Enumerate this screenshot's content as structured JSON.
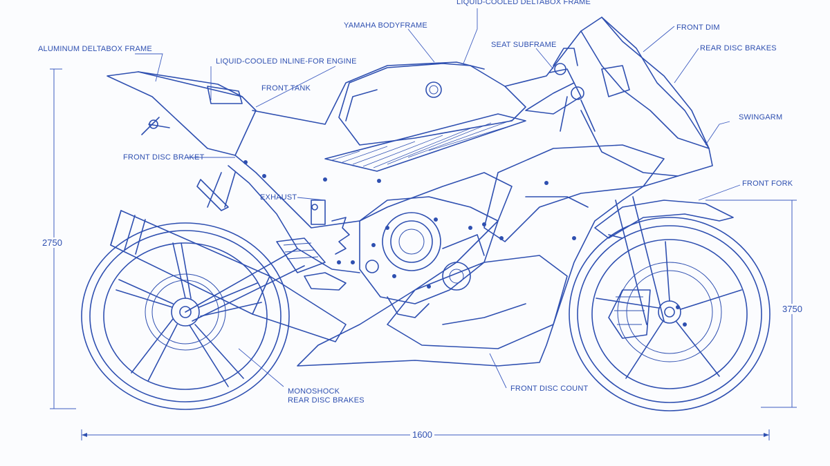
{
  "labels": {
    "top_frame": "LIQUID-COOLED DELTABOX FRAME",
    "tank": "YAMAHA BODYFRAME",
    "aluminum_frame": "ALUMINUM DELTABOX FRAME",
    "engine": "LIQUID-COOLED INLINE-FOR ENGINE",
    "front_tank": "FRONT TANK",
    "seat": "SEAT SUBFRAME",
    "front_disc_bracket": "FRONT DISC BRAKET",
    "front_dim": "FRONT DIM",
    "rear_disc": "REAR DISC BRAKES",
    "swingarm": "SWINGARM",
    "front_fork": "FRONT FORK",
    "exhaust": "EXHAUST",
    "monoshock": "MONOSHOCK",
    "rear_brakes": "REAR DISC BRAKES",
    "front_disc_count": "FRONT DISC COUNT"
  },
  "dimensions": {
    "left_height": "2750",
    "right_height": "3750",
    "length": "1600"
  },
  "colors": {
    "ink": "#2e4fb0",
    "paper": "#fbfcfe"
  }
}
